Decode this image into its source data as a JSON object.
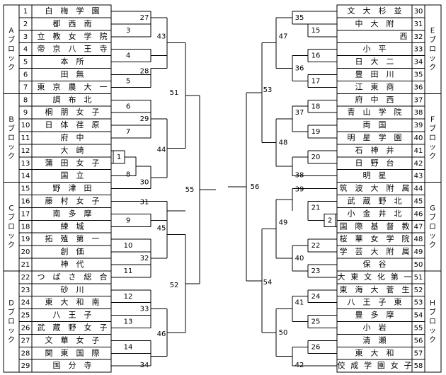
{
  "left_blocks": [
    {
      "label": "Ａブロック"
    },
    {
      "label": "Ｂブロック"
    },
    {
      "label": "Ｃブロック"
    },
    {
      "label": "Ｄブロック"
    }
  ],
  "right_blocks": [
    {
      "label": "Ｅブロック"
    },
    {
      "label": "Ｆブロック"
    },
    {
      "label": "Ｇブロック"
    },
    {
      "label": "Ｈブロック"
    }
  ],
  "left_teams": [
    {
      "no": "1",
      "name": "白梅学園"
    },
    {
      "no": "2",
      "name": "都西南"
    },
    {
      "no": "3",
      "name": "立教女学院"
    },
    {
      "no": "4",
      "name": "帝京八王寺"
    },
    {
      "no": "5",
      "name": "本所"
    },
    {
      "no": "6",
      "name": "田無"
    },
    {
      "no": "7",
      "name": "東京農大一"
    },
    {
      "no": "8",
      "name": "調布北"
    },
    {
      "no": "9",
      "name": "桐朋女子"
    },
    {
      "no": "10",
      "name": "日体荏原"
    },
    {
      "no": "11",
      "name": "府中"
    },
    {
      "no": "12",
      "name": "大崎"
    },
    {
      "no": "13",
      "name": "蒲田女子"
    },
    {
      "no": "14",
      "name": "国立"
    },
    {
      "no": "15",
      "name": "野津田"
    },
    {
      "no": "16",
      "name": "藤村女子"
    },
    {
      "no": "17",
      "name": "南多摩"
    },
    {
      "no": "18",
      "name": "練城"
    },
    {
      "no": "19",
      "name": "拓殖第一"
    },
    {
      "no": "20",
      "name": "創価"
    },
    {
      "no": "21",
      "name": "神代"
    },
    {
      "no": "22",
      "name": "つばさ総合"
    },
    {
      "no": "23",
      "name": "砂川"
    },
    {
      "no": "24",
      "name": "東大和南"
    },
    {
      "no": "25",
      "name": "八王子"
    },
    {
      "no": "26",
      "name": "武蔵野女子"
    },
    {
      "no": "27",
      "name": "文華女子"
    },
    {
      "no": "28",
      "name": "関東国際"
    },
    {
      "no": "29",
      "name": "国分寺"
    }
  ],
  "right_teams": [
    {
      "no": "30",
      "name": "文大杉並"
    },
    {
      "no": "31",
      "name": "中大附"
    },
    {
      "no": "32",
      "name": "西"
    },
    {
      "no": "33",
      "name": "小平"
    },
    {
      "no": "34",
      "name": "日大二"
    },
    {
      "no": "35",
      "name": "豊田川"
    },
    {
      "no": "36",
      "name": "江東商"
    },
    {
      "no": "37",
      "name": "府中西"
    },
    {
      "no": "38",
      "name": "青山学院"
    },
    {
      "no": "39",
      "name": "両国"
    },
    {
      "no": "40",
      "name": "明星学園"
    },
    {
      "no": "41",
      "name": "石神井"
    },
    {
      "no": "42",
      "name": "日野台"
    },
    {
      "no": "43",
      "name": "明星"
    },
    {
      "no": "44",
      "name": "筑波大附属"
    },
    {
      "no": "45",
      "name": "武蔵野北"
    },
    {
      "no": "46",
      "name": "小金井北"
    },
    {
      "no": "47",
      "name": "国際基督教"
    },
    {
      "no": "48",
      "name": "桜華女学院"
    },
    {
      "no": "49",
      "name": "学芸大附属"
    },
    {
      "no": "50",
      "name": "保谷"
    },
    {
      "no": "51",
      "name": "大東文化第一"
    },
    {
      "no": "52",
      "name": "東海大菅生"
    },
    {
      "no": "53",
      "name": "八王子東"
    },
    {
      "no": "54",
      "name": "豊多摩"
    },
    {
      "no": "55",
      "name": "小岩"
    },
    {
      "no": "56",
      "name": "清瀬"
    },
    {
      "no": "57",
      "name": "東大和"
    },
    {
      "no": "58",
      "name": "佼成学園女子"
    }
  ],
  "matches": [
    {
      "id": "L1",
      "label": "1"
    },
    {
      "id": "L3",
      "label": "3"
    },
    {
      "id": "L4",
      "label": "4"
    },
    {
      "id": "L5",
      "label": "5"
    },
    {
      "id": "L6",
      "label": "6"
    },
    {
      "id": "L7",
      "label": "7"
    },
    {
      "id": "L8",
      "label": "8"
    },
    {
      "id": "L9",
      "label": "9"
    },
    {
      "id": "L10",
      "label": "10"
    },
    {
      "id": "L11",
      "label": "11"
    },
    {
      "id": "L12",
      "label": "12"
    },
    {
      "id": "L13",
      "label": "13"
    },
    {
      "id": "L14",
      "label": "14"
    },
    {
      "id": "L27",
      "label": "27"
    },
    {
      "id": "L28",
      "label": "28"
    },
    {
      "id": "L29",
      "label": "29"
    },
    {
      "id": "L30",
      "label": "30"
    },
    {
      "id": "L31",
      "label": "31"
    },
    {
      "id": "L32",
      "label": "32"
    },
    {
      "id": "L33",
      "label": "33"
    },
    {
      "id": "L34",
      "label": "34"
    },
    {
      "id": "L43",
      "label": "43"
    },
    {
      "id": "L44",
      "label": "44"
    },
    {
      "id": "L45",
      "label": "45"
    },
    {
      "id": "L46",
      "label": "46"
    },
    {
      "id": "L51",
      "label": "51"
    },
    {
      "id": "L52",
      "label": "52"
    },
    {
      "id": "L55",
      "label": "55"
    },
    {
      "id": "R2",
      "label": "2"
    },
    {
      "id": "R15",
      "label": "15"
    },
    {
      "id": "R16",
      "label": "16"
    },
    {
      "id": "R17",
      "label": "17"
    },
    {
      "id": "R18",
      "label": "18"
    },
    {
      "id": "R19",
      "label": "19"
    },
    {
      "id": "R20",
      "label": "20"
    },
    {
      "id": "R21",
      "label": "21"
    },
    {
      "id": "R22",
      "label": "22"
    },
    {
      "id": "R23",
      "label": "23"
    },
    {
      "id": "R24",
      "label": "24"
    },
    {
      "id": "R25",
      "label": "25"
    },
    {
      "id": "R26",
      "label": "26"
    },
    {
      "id": "R35",
      "label": "35"
    },
    {
      "id": "R36",
      "label": "36"
    },
    {
      "id": "R37",
      "label": "37"
    },
    {
      "id": "R38",
      "label": "38"
    },
    {
      "id": "R39",
      "label": "39"
    },
    {
      "id": "R40",
      "label": "40"
    },
    {
      "id": "R41",
      "label": "41"
    },
    {
      "id": "R42",
      "label": "42"
    },
    {
      "id": "R47",
      "label": "47"
    },
    {
      "id": "R48",
      "label": "48"
    },
    {
      "id": "R49",
      "label": "49"
    },
    {
      "id": "R50",
      "label": "50"
    },
    {
      "id": "R53",
      "label": "53"
    },
    {
      "id": "R54",
      "label": "54"
    },
    {
      "id": "R56",
      "label": "56"
    }
  ]
}
